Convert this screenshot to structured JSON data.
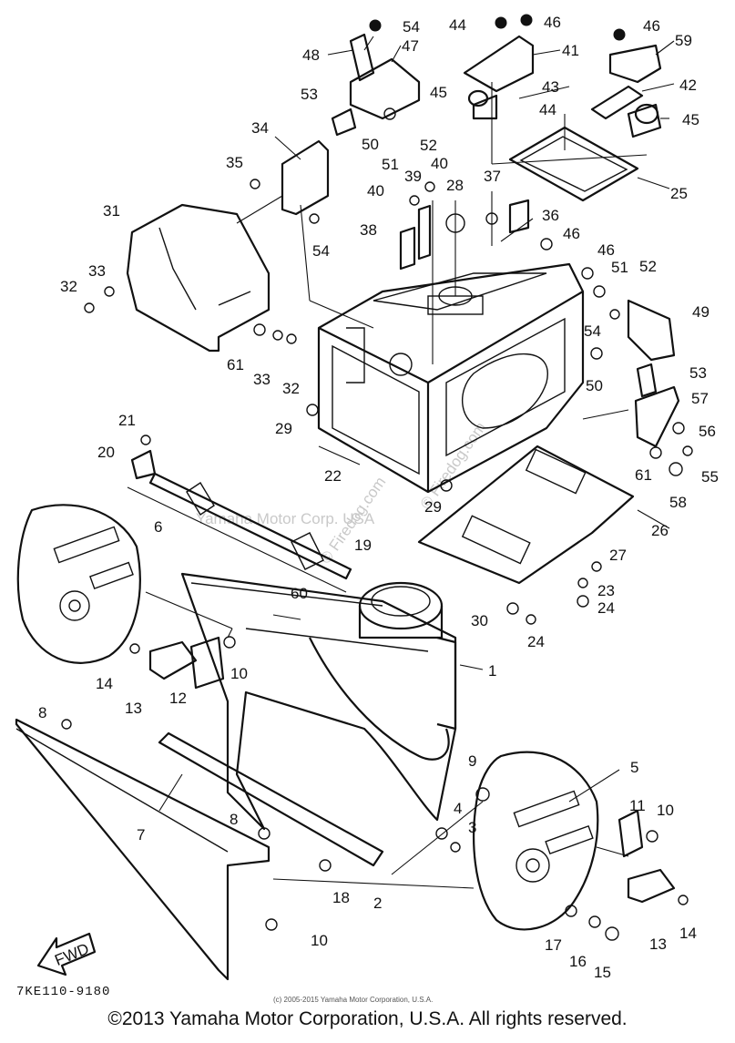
{
  "diagram_code": "7KE110-9180",
  "small_copyright": "(c) 2005-2015 Yamaha Motor Corporation, U.S.A.",
  "copyright": "©2013 Yamaha Motor Corporation, U.S.A. All rights reserved.",
  "watermarks": [
    "© Firedog.com",
    "Yamaha Motor Corp. USA",
    "© Firedog.com"
  ],
  "arrow_label": "FWD",
  "callouts": {
    "c1": "1",
    "c2": "2",
    "c3": "3",
    "c4": "4",
    "c5": "5",
    "c6": "6",
    "c7": "7",
    "c8a": "8",
    "c8b": "8",
    "c9": "9",
    "c10a": "10",
    "c10b": "10",
    "c10c": "10",
    "c11": "11",
    "c12": "12",
    "c13a": "13",
    "c13b": "13",
    "c14a": "14",
    "c14b": "14",
    "c15": "15",
    "c16": "16",
    "c17": "17",
    "c18": "18",
    "c19": "19",
    "c20": "20",
    "c21": "21",
    "c22": "22",
    "c23": "23",
    "c24a": "24",
    "c24b": "24",
    "c25": "25",
    "c26": "26",
    "c27": "27",
    "c28": "28",
    "c29a": "29",
    "c29b": "29",
    "c30": "30",
    "c31": "31",
    "c32a": "32",
    "c32b": "32",
    "c33a": "33",
    "c33b": "33",
    "c34": "34",
    "c35": "35",
    "c36": "36",
    "c37": "37",
    "c38": "38",
    "c39": "39",
    "c40a": "40",
    "c40b": "40",
    "c41": "41",
    "c42": "42",
    "c43": "43",
    "c44a": "44",
    "c44b": "44",
    "c45a": "45",
    "c45b": "45",
    "c46a": "46",
    "c46b": "46",
    "c46c": "46",
    "c46d": "46",
    "c47": "47",
    "c48": "48",
    "c49": "49",
    "c50a": "50",
    "c50b": "50",
    "c51a": "51",
    "c51b": "51",
    "c52a": "52",
    "c52b": "52",
    "c53a": "53",
    "c53b": "53",
    "c54a": "54",
    "c54b": "54",
    "c54c": "54",
    "c55": "55",
    "c56": "56",
    "c57": "57",
    "c58": "58",
    "c59": "59",
    "c60": "60",
    "c61a": "61",
    "c61b": "61"
  }
}
